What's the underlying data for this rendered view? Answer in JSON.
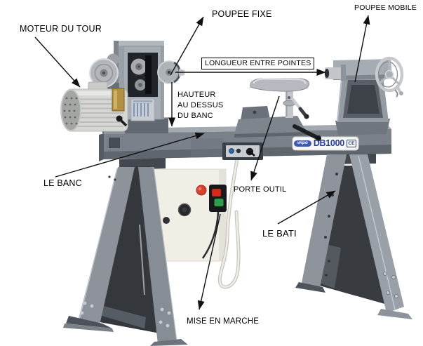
{
  "labels": {
    "moteur": "MOTEUR DU TOUR",
    "poupee_fixe": "POUPEE FIXE",
    "poupee_mobile": "POUPEE MOBILE",
    "longueur_entre_pointes": "LONGUEUR ENTRE POINTES",
    "hauteur_au_dessus_du_banc": "HAUTEUR\nAU DESSUS\nDU BANC",
    "le_banc": "LE BANC",
    "porte_outil": "PORTE OUTIL",
    "le_bati": "LE BATI",
    "mise_en_marche": "MISE EN MARCHE"
  },
  "machine_plate": {
    "brand": "wipo",
    "model": "DB1000",
    "ce": "CE"
  },
  "colors": {
    "background": "#ffffff",
    "machine_gray": "#9097a0",
    "bed_gray": "#7b818a",
    "arrow": "#101010",
    "plate_blue": "#273b9e",
    "control_box": "#f1eee6",
    "red_button": "#d8402e",
    "green_button": "#2f9e4d",
    "motor_light": "#d6d7d5"
  }
}
